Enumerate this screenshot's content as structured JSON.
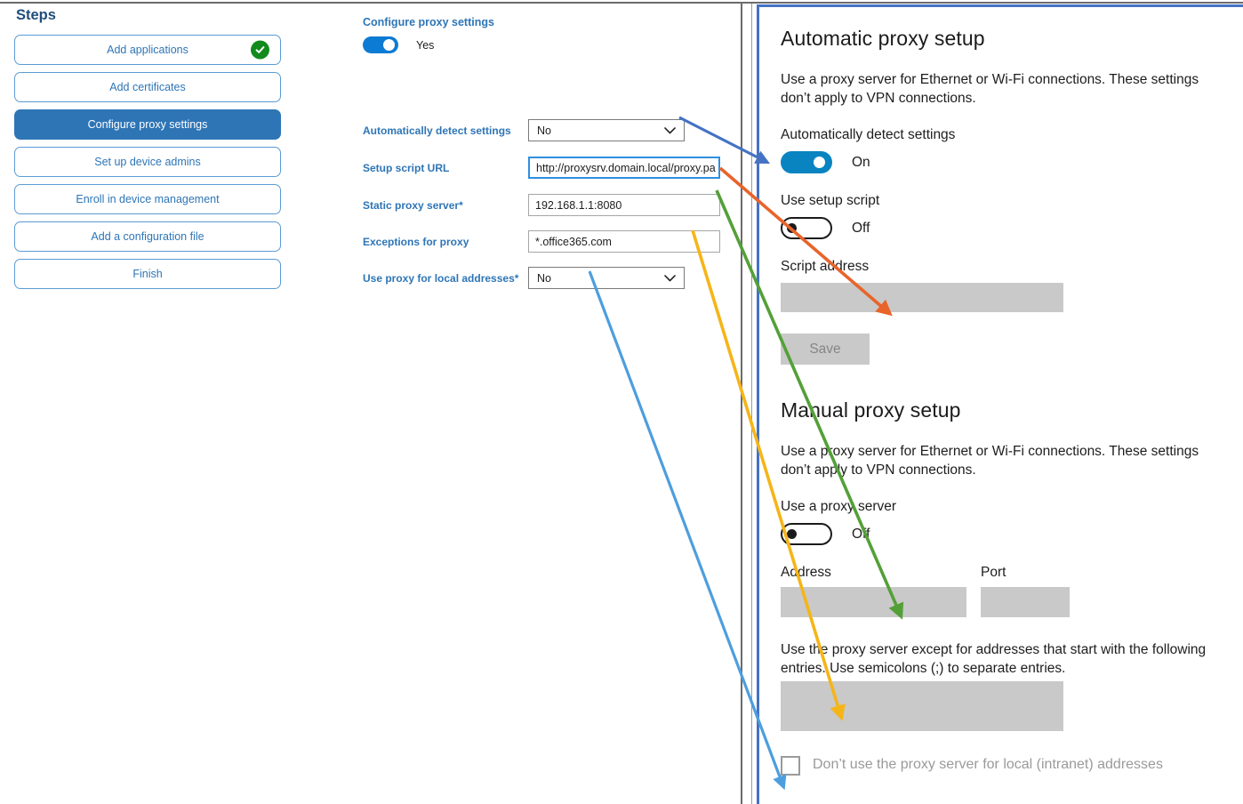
{
  "sidebar": {
    "title": "Steps",
    "items": [
      {
        "label": "Add applications",
        "state": "complete",
        "icon": "check-circle-icon"
      },
      {
        "label": "Add certificates",
        "state": "default"
      },
      {
        "label": "Configure proxy settings",
        "state": "active"
      },
      {
        "label": "Set up device admins",
        "state": "default"
      },
      {
        "label": "Enroll in device management",
        "state": "default"
      },
      {
        "label": "Add a configuration file",
        "state": "default"
      },
      {
        "label": "Finish",
        "state": "default"
      }
    ]
  },
  "form": {
    "title": "Configure proxy settings",
    "master_toggle": {
      "value": "Yes",
      "on": true
    },
    "fields": [
      {
        "label": "Automatically detect settings",
        "required": false,
        "type": "select",
        "value": "No",
        "focused": false
      },
      {
        "label": "Setup script URL",
        "required": false,
        "type": "text",
        "value": "http://proxysrv.domain.local/proxy.pa",
        "focused": true
      },
      {
        "label": "Static proxy server",
        "required": true,
        "type": "text",
        "value": "192.168.1.1:8080",
        "focused": false
      },
      {
        "label": "Exceptions for proxy",
        "required": false,
        "type": "text",
        "value": "*.office365.com",
        "focused": false
      },
      {
        "label": "Use proxy for local addresses",
        "required": true,
        "type": "select",
        "value": "No",
        "focused": false
      }
    ],
    "required_marker": "*"
  },
  "settings": {
    "auto": {
      "heading": "Automatic proxy setup",
      "description": "Use a proxy server for Ethernet or Wi-Fi connections. These settings don’t apply to VPN connections.",
      "detect_label": "Automatically detect settings",
      "detect_state": "On",
      "detect_on": true,
      "script_label": "Use setup script",
      "script_state": "Off",
      "script_on": false,
      "script_address_label": "Script address",
      "script_address_value": "",
      "save_label": "Save"
    },
    "manual": {
      "heading": "Manual proxy setup",
      "description": "Use a proxy server for Ethernet or Wi-Fi connections. These settings don’t apply to VPN connections.",
      "use_proxy_label": "Use a proxy server",
      "use_proxy_state": "Off",
      "use_proxy_on": false,
      "address_label": "Address",
      "address_value": "",
      "port_label": "Port",
      "port_value": "",
      "exceptions_description": "Use the proxy server except for addresses that start with the following entries. Use semicolons (;) to separate entries.",
      "exceptions_value": "",
      "bypass_local_label": "Don’t use the proxy server for local (intranet) addresses",
      "bypass_local_checked": false
    }
  },
  "annotations": {
    "arrows": [
      {
        "name": "arrow-detect-settings",
        "color": "#4472c4",
        "from": "Automatically detect settings dropdown",
        "to": "Automatically detect settings toggle"
      },
      {
        "name": "arrow-setup-script-url",
        "color": "#e8642a",
        "from": "Setup script URL field",
        "to": "Script address box"
      },
      {
        "name": "arrow-static-proxy-server",
        "color": "#54a038",
        "from": "Static proxy server field",
        "to": "Address box"
      },
      {
        "name": "arrow-exceptions-for-proxy",
        "color": "#f5b519",
        "from": "Exceptions for proxy field",
        "to": "Exceptions box"
      },
      {
        "name": "arrow-use-proxy-local",
        "color": "#4d9ede",
        "from": "Use proxy for local addresses dropdown",
        "to": "Don’t use the proxy server for local (intranet) addresses checkbox"
      }
    ]
  },
  "colors": {
    "brand_blue": "#2e75b6",
    "accent_blue": "#4472c4",
    "toggle_on": "#0a84c1",
    "success_green": "#128a1e",
    "disabled_grey": "#c9c9c9"
  }
}
